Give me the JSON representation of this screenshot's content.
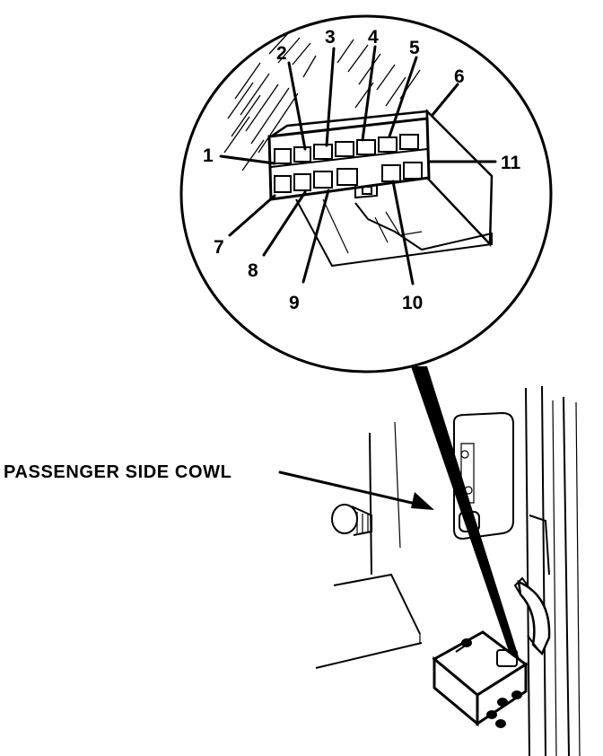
{
  "caption": "PASSENGER SIDE COWL",
  "pins": [
    "1",
    "2",
    "3",
    "4",
    "5",
    "6",
    "7",
    "8",
    "9",
    "10",
    "11"
  ],
  "colors": {
    "ink": "#000000",
    "paper": "#ffffff"
  }
}
